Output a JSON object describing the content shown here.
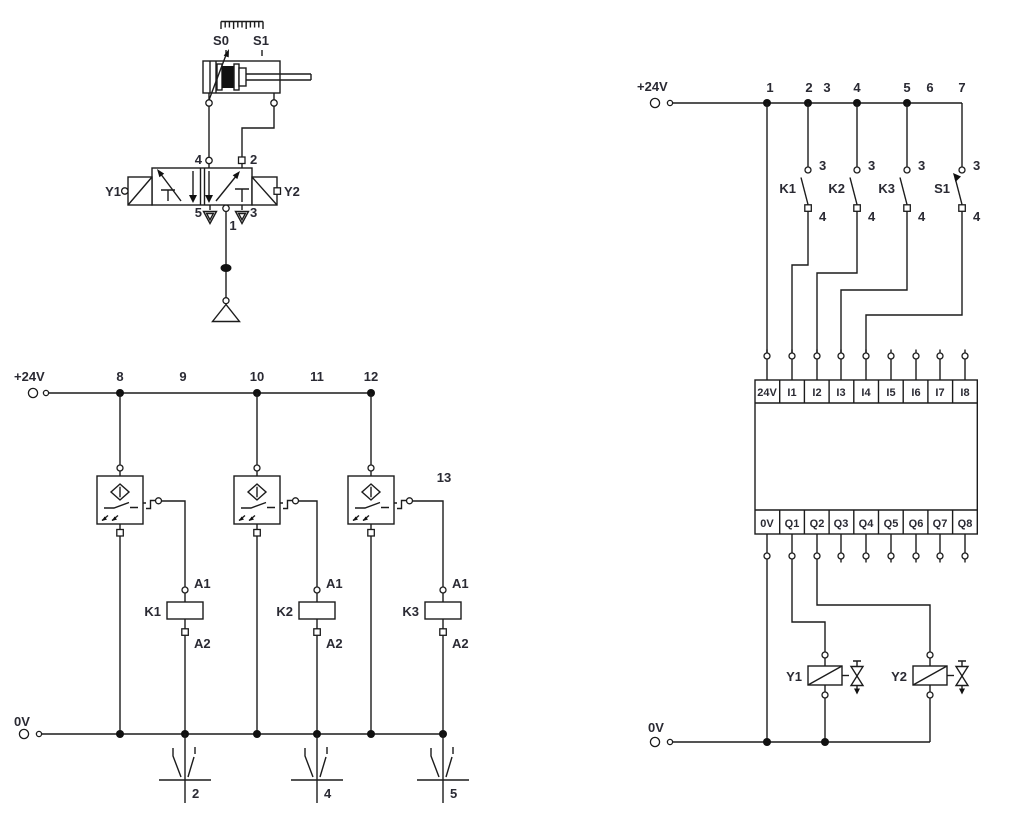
{
  "app": {
    "background": "#ffffff",
    "line_color": "#1c1c1c",
    "text_color": "#2a2a33"
  },
  "pneumatic": {
    "position_scale": {
      "left_label": "S0",
      "right_label": "S1"
    },
    "valve": {
      "left_solenoid_label": "Y1",
      "right_solenoid_label": "Y2",
      "port_top_left": "4",
      "port_top_right": "2",
      "port_bottom_left": "5",
      "port_bottom_center": "1",
      "port_bottom_right": "3"
    }
  },
  "relay_circuit": {
    "supply_label": "+24V",
    "ground_label": "0V",
    "path_numbers": [
      "8",
      "9",
      "10",
      "11",
      "12"
    ],
    "branch_13_label": "13",
    "relays": [
      {
        "name": "K1",
        "coil_top": "A1",
        "coil_bottom": "A2",
        "contact_path_ref": "2"
      },
      {
        "name": "K2",
        "coil_top": "A1",
        "coil_bottom": "A2",
        "contact_path_ref": "4"
      },
      {
        "name": "K3",
        "coil_top": "A1",
        "coil_bottom": "A2",
        "contact_path_ref": "5"
      }
    ]
  },
  "plc_circuit": {
    "supply_label": "+24V",
    "ground_label": "0V",
    "path_numbers": [
      "1",
      "2",
      "3",
      "4",
      "5",
      "6",
      "7"
    ],
    "contacts": [
      {
        "name": "K1",
        "top_terminal": "3",
        "bottom_terminal": "4"
      },
      {
        "name": "K2",
        "top_terminal": "3",
        "bottom_terminal": "4"
      },
      {
        "name": "K3",
        "top_terminal": "3",
        "bottom_terminal": "4"
      },
      {
        "name": "S1",
        "top_terminal": "3",
        "bottom_terminal": "4"
      }
    ],
    "io_module": {
      "inputs": [
        "24V",
        "I1",
        "I2",
        "I3",
        "I4",
        "I5",
        "I6",
        "I7",
        "I8"
      ],
      "outputs": [
        "0V",
        "Q1",
        "Q2",
        "Q3",
        "Q4",
        "Q5",
        "Q6",
        "Q7",
        "Q8"
      ]
    },
    "solenoids": [
      {
        "name": "Y1"
      },
      {
        "name": "Y2"
      }
    ]
  }
}
